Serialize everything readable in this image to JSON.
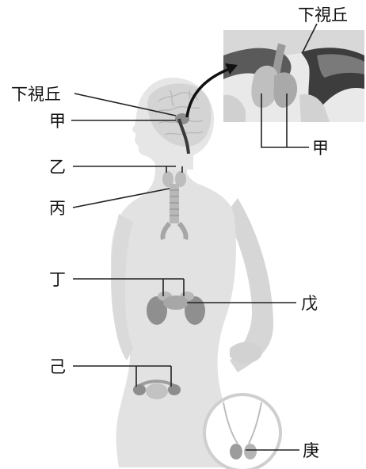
{
  "labels": {
    "hypothalamus": "下視丘",
    "hypothalamus_inset": "下視丘",
    "jia": "甲",
    "jia_inset": "甲",
    "yi": "乙",
    "bing": "丙",
    "ding": "丁",
    "wu": "戊",
    "ji": "己",
    "geng": "庚"
  },
  "colors": {
    "body": "#e3e3e3",
    "body_shade": "#cdcdcd",
    "gland": "#9a9a9a",
    "gland_light": "#c9c9c9",
    "inset_dark": "#3f3f3f",
    "inset_mid": "#7a7a7a",
    "line": "#222222"
  }
}
